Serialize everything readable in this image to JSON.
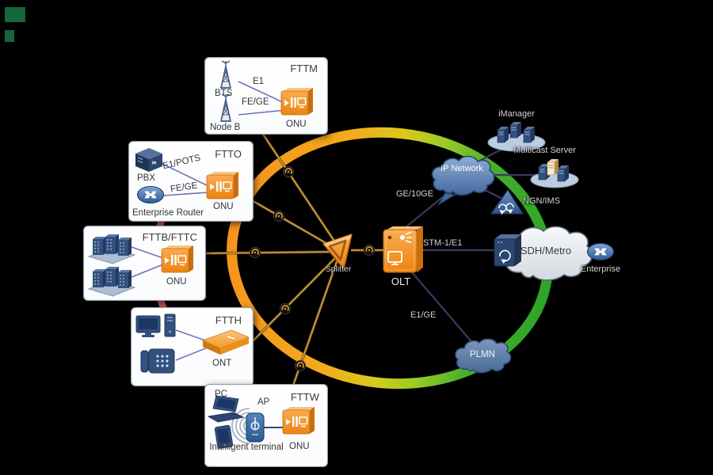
{
  "boxes": {
    "fttm": {
      "title": "FTTM",
      "bts": "BTS",
      "node_b": "Node B",
      "link_e1": "E1",
      "link_fege": "FE/GE",
      "onu": "ONU"
    },
    "ftto": {
      "title": "FTTO",
      "pbx": "PBX",
      "router": "Enterprise Router",
      "link_e1pots": "E1/POTS",
      "link_fege": "FE/GE",
      "onu": "ONU"
    },
    "fttb": {
      "title": "FTTB/FTTC",
      "onu": "ONU"
    },
    "ftth": {
      "title": "FTTH",
      "ont": "ONT"
    },
    "fttw": {
      "title": "FTTW",
      "pc": "PC",
      "ap": "AP",
      "terminal": "Intelligent terminal",
      "onu": "ONU"
    }
  },
  "core": {
    "splitter": "Splitter",
    "olt": "OLT"
  },
  "clouds": {
    "ip_network": "IP Network",
    "sdh_metro": "SDH/Metro",
    "plmn": "PLMN"
  },
  "nodes": {
    "imanager": "iManager",
    "multicast_server": "Multicast Server",
    "ngn_ims": "NGN/IMS",
    "enterprise": "Enterprise"
  },
  "link_labels": {
    "ge_10ge": "GE/10GE",
    "stm1_e1": "STM-1/E1",
    "e1_ge": "E1/GE"
  },
  "colors": {
    "ring_orange": "#F6951D",
    "ring_green": "#2EA527",
    "device_orange": "#EC8410",
    "device_navy": "#33517F",
    "red_ring": "#E2595B"
  }
}
